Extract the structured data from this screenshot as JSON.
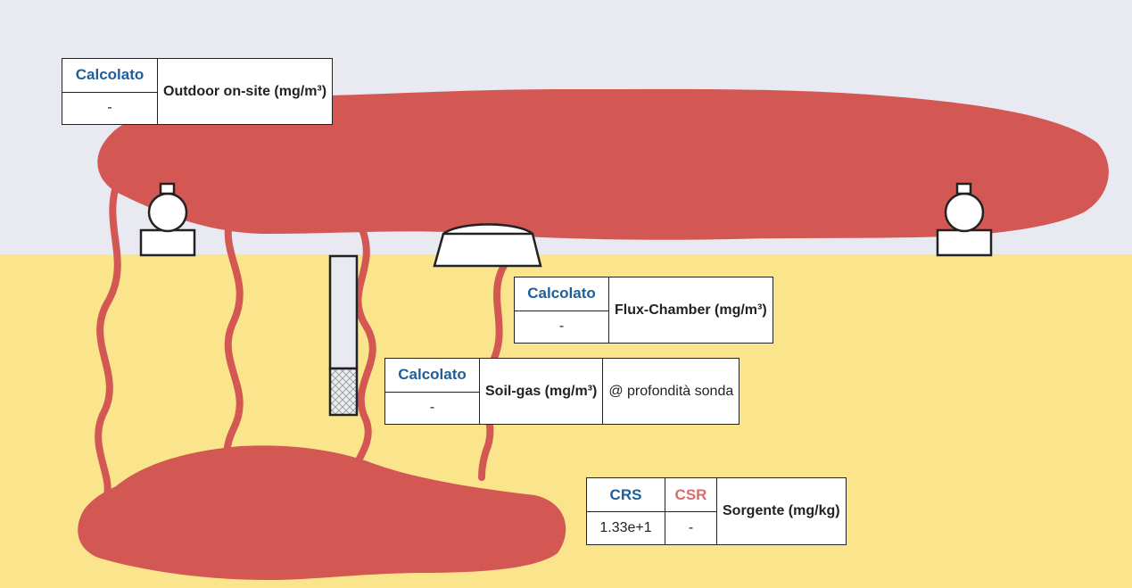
{
  "colors": {
    "sky": "#e8e9f1",
    "soil": "#fbe58c",
    "plume": "#d35753",
    "outline": "#222222",
    "header_blue": "#1f5f99",
    "header_red": "#e06a6a"
  },
  "outdoor": {
    "header": "Calcolato",
    "value": "-",
    "label": "Outdoor on-site (mg/m³)"
  },
  "flux_chamber": {
    "header": "Calcolato",
    "value": "-",
    "label": "Flux-Chamber (mg/m³)"
  },
  "soil_gas": {
    "header": "Calcolato",
    "value": "-",
    "label": "Soil-gas (mg/m³)",
    "depth_note": "@ profondità sonda"
  },
  "source": {
    "crs_header": "CRS",
    "crs_value": "1.33e+1",
    "csr_header": "CSR",
    "csr_value": "-",
    "label": "Sorgente (mg/kg)"
  }
}
